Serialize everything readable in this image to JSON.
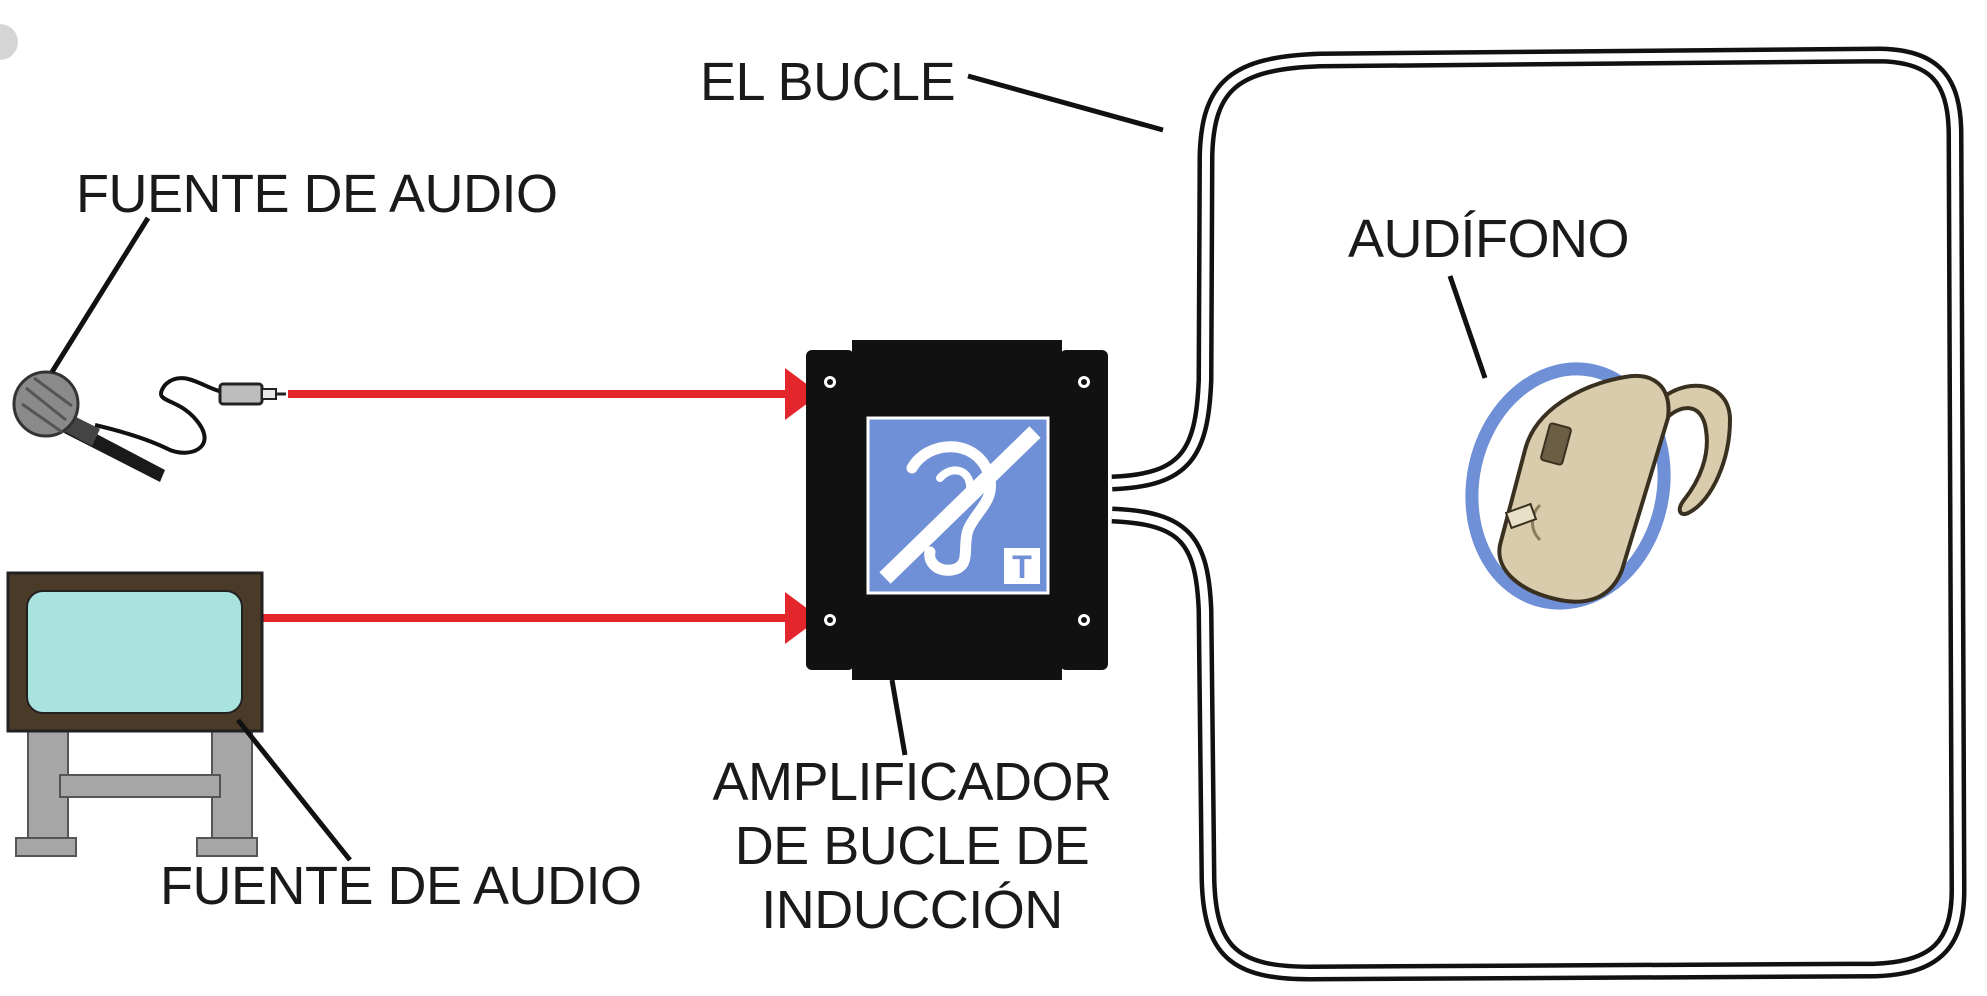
{
  "labels": {
    "audio_source_top": "FUENTE DE AUDIO",
    "audio_source_bottom": "FUENTE DE AUDIO",
    "loop": "EL BUCLE",
    "hearing_aid": "AUDÍFONO",
    "amplifier_line1": "AMPLIFICADOR",
    "amplifier_line2": "DE BUCLE DE",
    "amplifier_line3": "INDUCCIÓN"
  },
  "symbol": {
    "letter": "T",
    "icon": "hearing-loop-ear-icon"
  },
  "icons": {
    "microphone": "microphone-icon",
    "tv": "television-icon",
    "hearing_aid": "hearing-aid-icon",
    "amplifier": "loop-amplifier-icon"
  },
  "colors": {
    "signal_arrow": "#e3262b",
    "symbol_bg": "#6f8fd6",
    "amplifier_body": "#111111",
    "tv_frame": "#4a3b28",
    "tv_screen": "#a9e3de",
    "tv_stand": "#a6a6a6",
    "hearing_aid_body": "#d9ccad",
    "hearing_aid_ring": "#6f8fd6"
  }
}
